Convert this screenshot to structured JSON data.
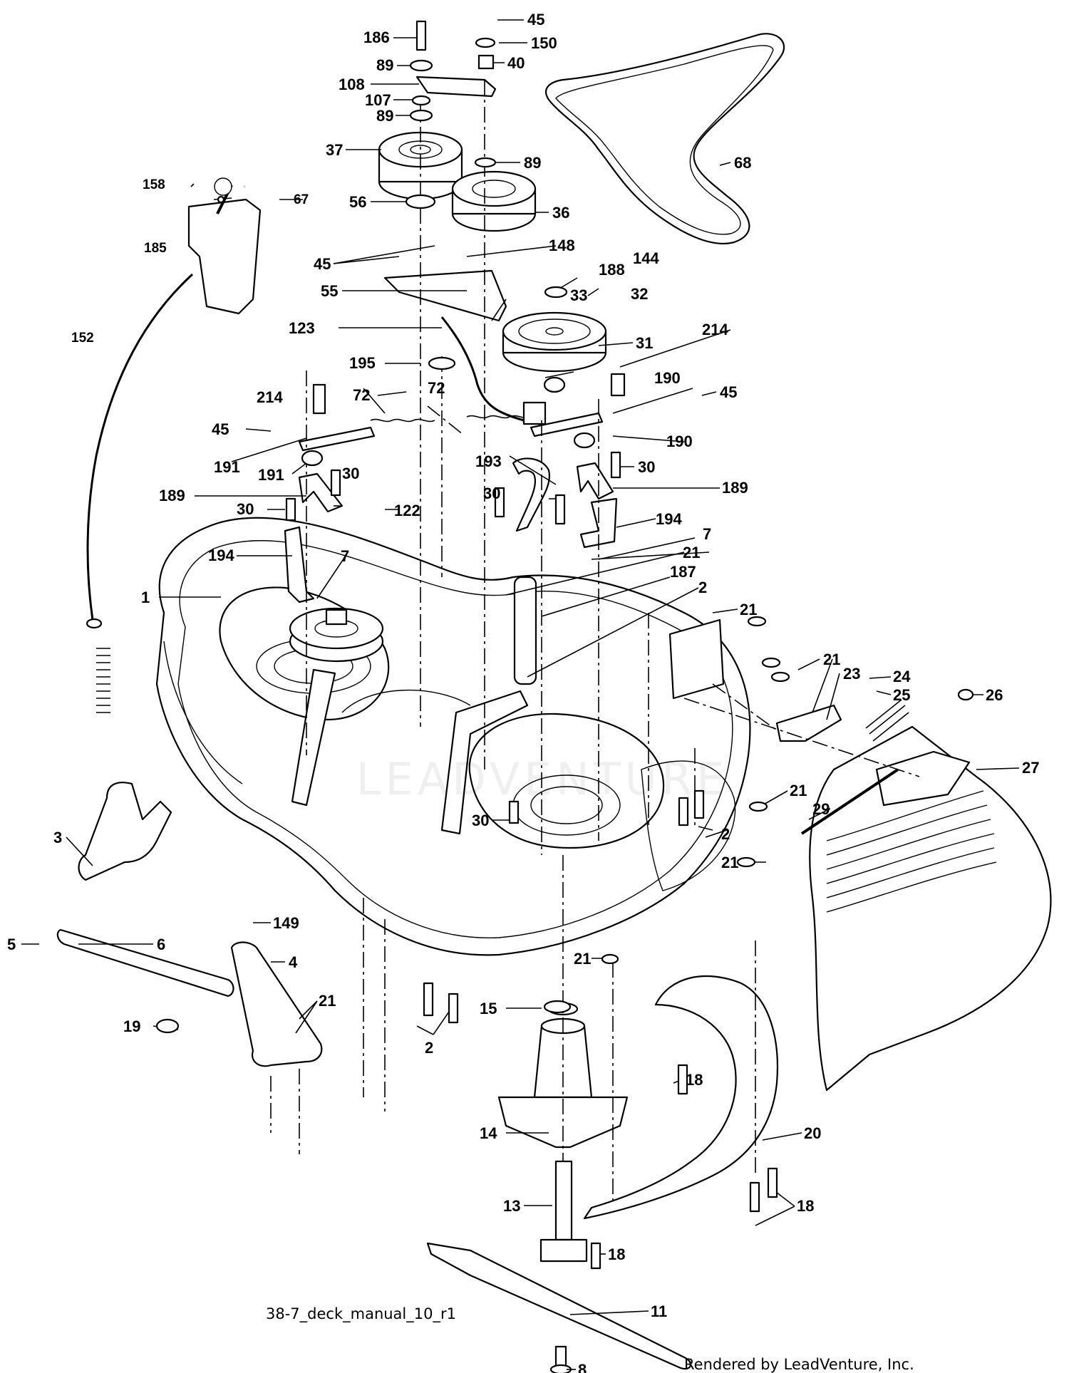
{
  "diagram": {
    "caption": "38-7_deck_manual_10_r1",
    "credit": "Rendered by LeadVenture, Inc.",
    "watermark": "LEADVENTURE",
    "callouts": [
      "186",
      "45",
      "150",
      "89",
      "40",
      "108",
      "107",
      "89",
      "37",
      "89",
      "68",
      "158",
      "67",
      "185",
      "56",
      "36",
      "45",
      "148",
      "55",
      "188",
      "144",
      "33",
      "32",
      "123",
      "152",
      "31",
      "214",
      "195",
      "72",
      "72",
      "190",
      "45",
      "214",
      "45",
      "191",
      "190",
      "191",
      "30",
      "193",
      "30",
      "189",
      "122",
      "30",
      "189",
      "30",
      "194",
      "194",
      "7",
      "7",
      "21",
      "1",
      "187",
      "2",
      "21",
      "21",
      "23",
      "24",
      "25",
      "26",
      "27",
      "3",
      "21",
      "29",
      "30",
      "2",
      "21",
      "5",
      "6",
      "149",
      "4",
      "21",
      "21",
      "19",
      "2",
      "15",
      "18",
      "14",
      "20",
      "13",
      "18",
      "18",
      "11",
      "8"
    ]
  }
}
